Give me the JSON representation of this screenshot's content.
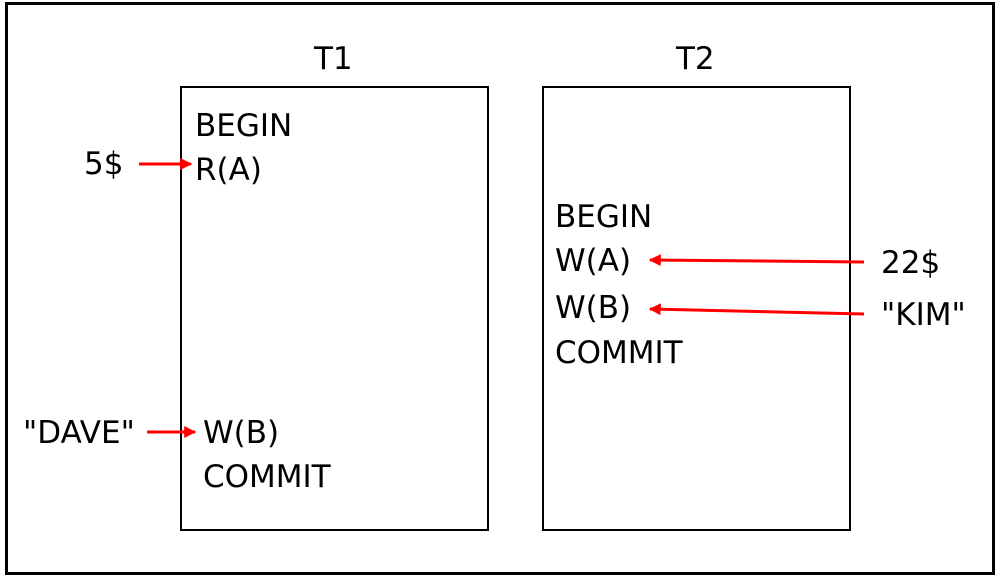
{
  "transactions": [
    {
      "name": "T1",
      "ops": [
        "BEGIN",
        "R(A)",
        "W(B)",
        "COMMIT"
      ]
    },
    {
      "name": "T2",
      "ops": [
        "BEGIN",
        "W(A)",
        "W(B)",
        "COMMIT"
      ]
    }
  ],
  "values": {
    "t1_read_a": "5$",
    "t1_write_b": "\"DAVE\"",
    "t2_write_a": "22$",
    "t2_write_b": "\"KIM\""
  },
  "colors": {
    "arrow": "#ff0000",
    "stroke": "#000000"
  }
}
